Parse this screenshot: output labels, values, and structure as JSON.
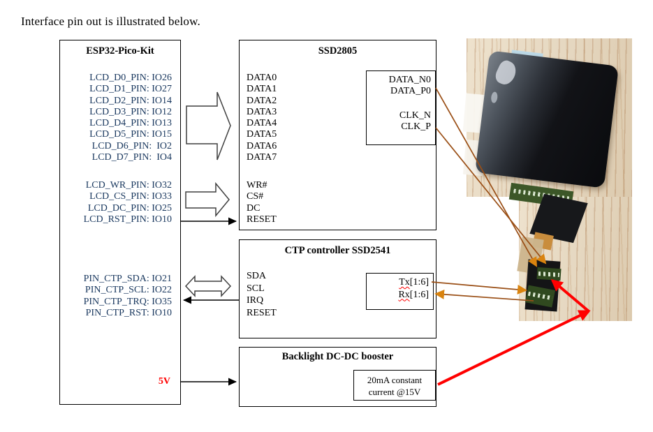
{
  "heading": "Interface pin out is illustrated below.",
  "colors": {
    "pin_text": "#17365d",
    "power_red": "#ff0000",
    "annotation_brown": "#9a4f16",
    "arrowhead_orange": "#d9830f",
    "red_arrow": "#ff0000"
  },
  "esp32": {
    "title": "ESP32-Pico-Kit",
    "lcd_data_pins": [
      "LCD_D0_PIN: IO26",
      "LCD_D1_PIN: IO27",
      "LCD_D2_PIN: IO14",
      "LCD_D3_PIN: IO12",
      "LCD_D4_PIN: IO13",
      "LCD_D5_PIN: IO15",
      "LCD_D6_PIN:  IO2",
      "LCD_D7_PIN:  IO4"
    ],
    "lcd_ctrl_pins": [
      "LCD_WR_PIN: IO32",
      "LCD_CS_PIN: IO33",
      "LCD_DC_PIN: IO25",
      "LCD_RST_PIN: IO10"
    ],
    "ctp_pins": [
      "PIN_CTP_SDA: IO21",
      "PIN_CTP_SCL: IO22",
      "PIN_CTP_TRQ: IO35",
      "PIN_CTP_RST: IO10"
    ],
    "power_label": "5V"
  },
  "ssd2805": {
    "title": "SSD2805",
    "data_pins": [
      "DATA0",
      "DATA1",
      "DATA2",
      "DATA3",
      "DATA4",
      "DATA5",
      "DATA6",
      "DATA7"
    ],
    "ctrl_pins": [
      "WR#",
      "CS#",
      "DC",
      "RESET"
    ],
    "mipi": {
      "data_pins": [
        "DATA_N0",
        "DATA_P0"
      ],
      "clk_pins": [
        "CLK_N",
        "CLK_P"
      ]
    }
  },
  "ctp": {
    "title": "CTP controller SSD2541",
    "pins": [
      "SDA",
      "SCL",
      "IRQ",
      "RESET"
    ],
    "channels": [
      {
        "prefix": "Tx",
        "suffix": "[1:6]"
      },
      {
        "prefix": "Rx",
        "suffix": "[1:6]"
      }
    ]
  },
  "backlight": {
    "title": "Backlight DC-DC booster",
    "note_line1": "20mA constant",
    "note_line2": "current @15V"
  },
  "photo": {
    "description": "lcd-module-with-fpc-connectors-on-wood-table"
  }
}
